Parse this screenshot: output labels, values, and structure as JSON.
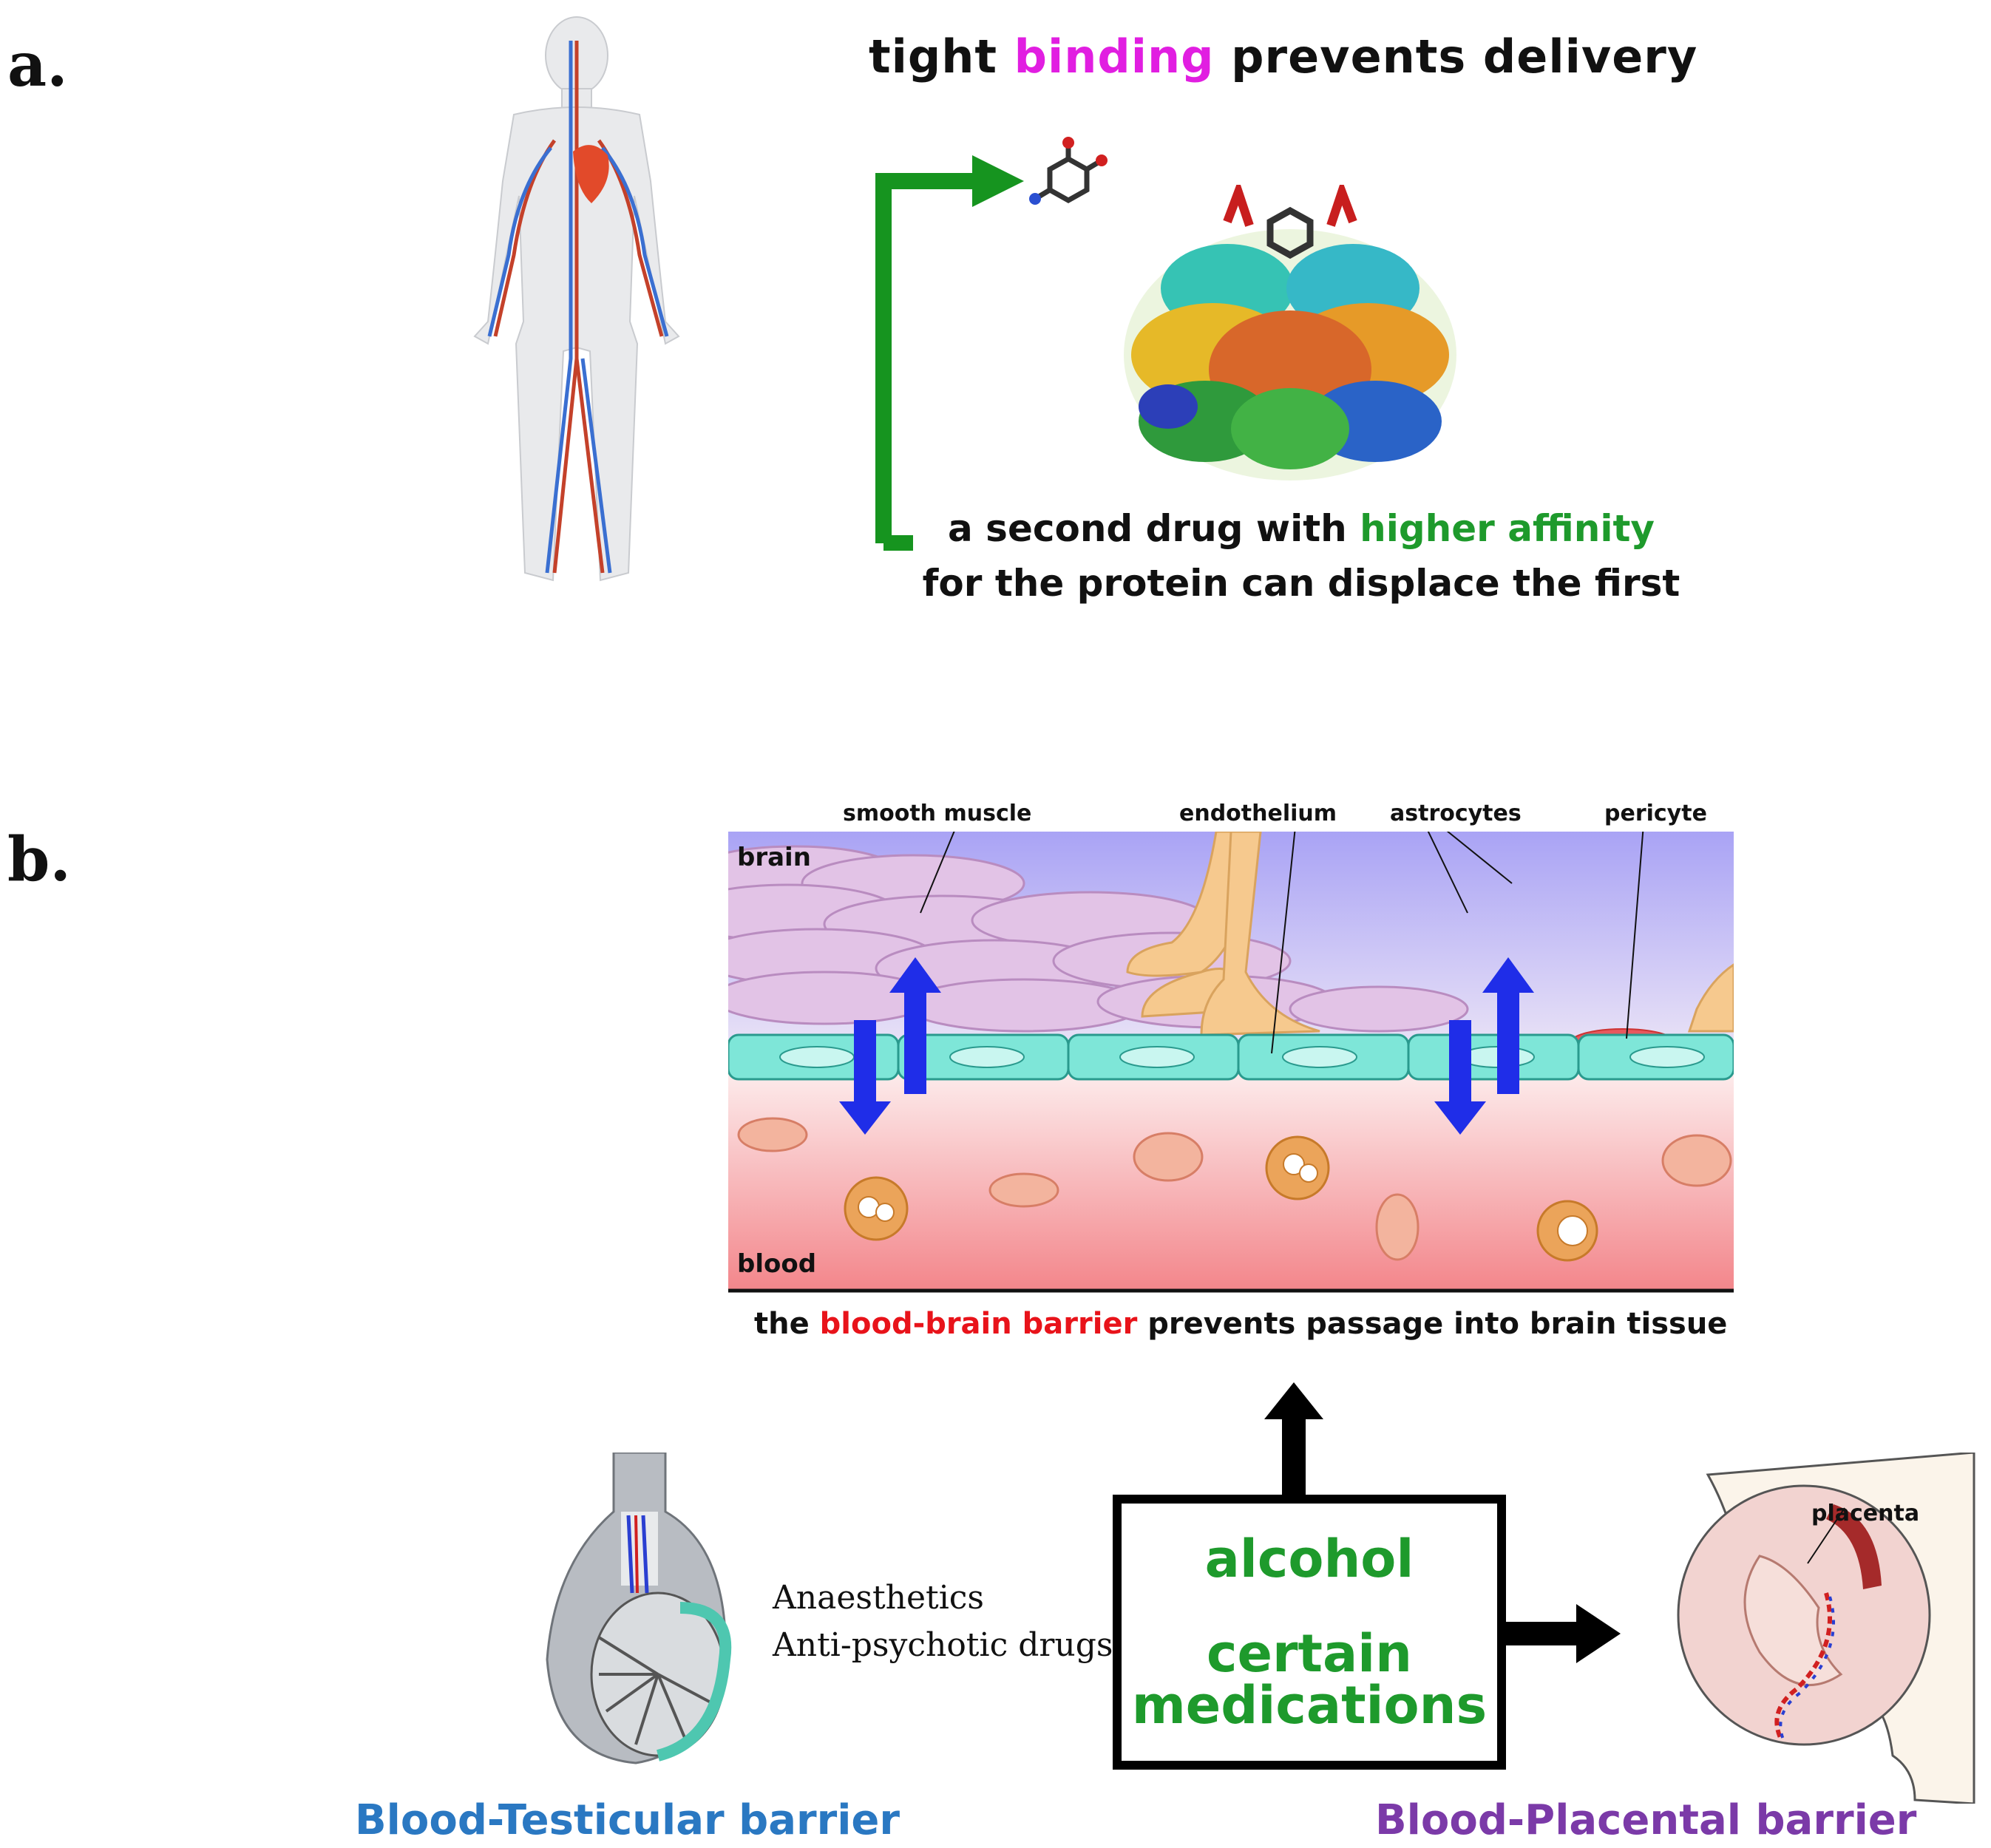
{
  "panel_a": {
    "label": "a.",
    "headline": {
      "pre": "tight ",
      "highlight": "binding",
      "post": " prevents delivery",
      "highlight_color": "#e11ee1"
    },
    "caption": {
      "line1_pre": "a second drug with ",
      "line1_highlight": "higher affinity",
      "line2": "for the protein can displace the first",
      "highlight_color": "#1e9a2c"
    }
  },
  "panel_b": {
    "label": "b.",
    "bbb": {
      "labels": {
        "smooth_muscle": "smooth muscle",
        "endothelium": "endothelium",
        "astrocytes": "astrocytes",
        "pericyte": "pericyte",
        "brain": "brain",
        "blood": "blood"
      },
      "caption": {
        "pre": "the ",
        "highlight": "blood-brain barrier",
        "post": " prevents passage into brain tissue",
        "highlight_color": "#e8131a"
      }
    },
    "drugs": [
      "Anaesthetics",
      "Anti-psychotic drugs"
    ],
    "box": {
      "line1": "alcohol",
      "line2": "certain",
      "line3": "medications"
    },
    "placenta_label": "placenta",
    "barriers": {
      "testicular": {
        "label": "Blood-Testicular barrier",
        "color": "#2a78c2"
      },
      "placental": {
        "label": "Blood-Placental barrier",
        "color": "#7b3aa8"
      }
    }
  }
}
